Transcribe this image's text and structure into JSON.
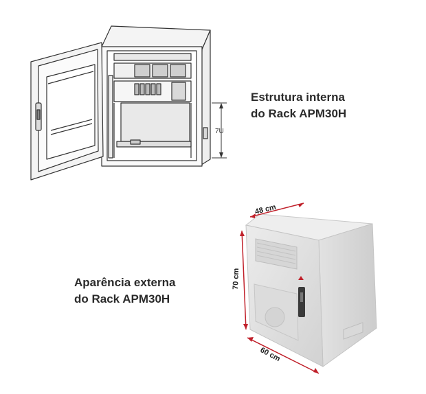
{
  "internal": {
    "caption_line1": "Estrutura interna",
    "caption_line2": "do Rack APM30H",
    "height_label": "7U"
  },
  "external": {
    "caption_line1": "Aparência externa",
    "caption_line2": "do Rack APM30H",
    "width_label": "48 cm",
    "height_label": "70 cm",
    "depth_label": "60 cm"
  },
  "colors": {
    "dimension_line": "#c0202a",
    "cabinet_body": "#e4e4e4",
    "line_art": "#333333"
  }
}
